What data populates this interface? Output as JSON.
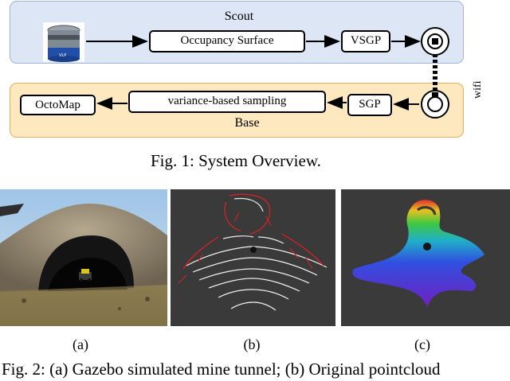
{
  "figure1": {
    "scout_title": "Scout",
    "base_title": "Base",
    "boxes": {
      "occupancy": "Occupancy Surface",
      "vsgp": "VSGP",
      "octomap": "OctoMap",
      "sampling": "variance-based sampling",
      "sgp": "SGP"
    },
    "link_label": "wifi",
    "caption": "Fig. 1: System Overview."
  },
  "figure2": {
    "sub_labels": [
      "(a)",
      "(b)",
      "(c)"
    ],
    "caption": "Fig. 2: (a) Gazebo simulated mine tunnel; (b) Original pointcloud"
  },
  "colors": {
    "scout_panel": "#dde6f5",
    "base_panel": "#fde8bf",
    "viewer_bg": "#3a3a3a"
  }
}
